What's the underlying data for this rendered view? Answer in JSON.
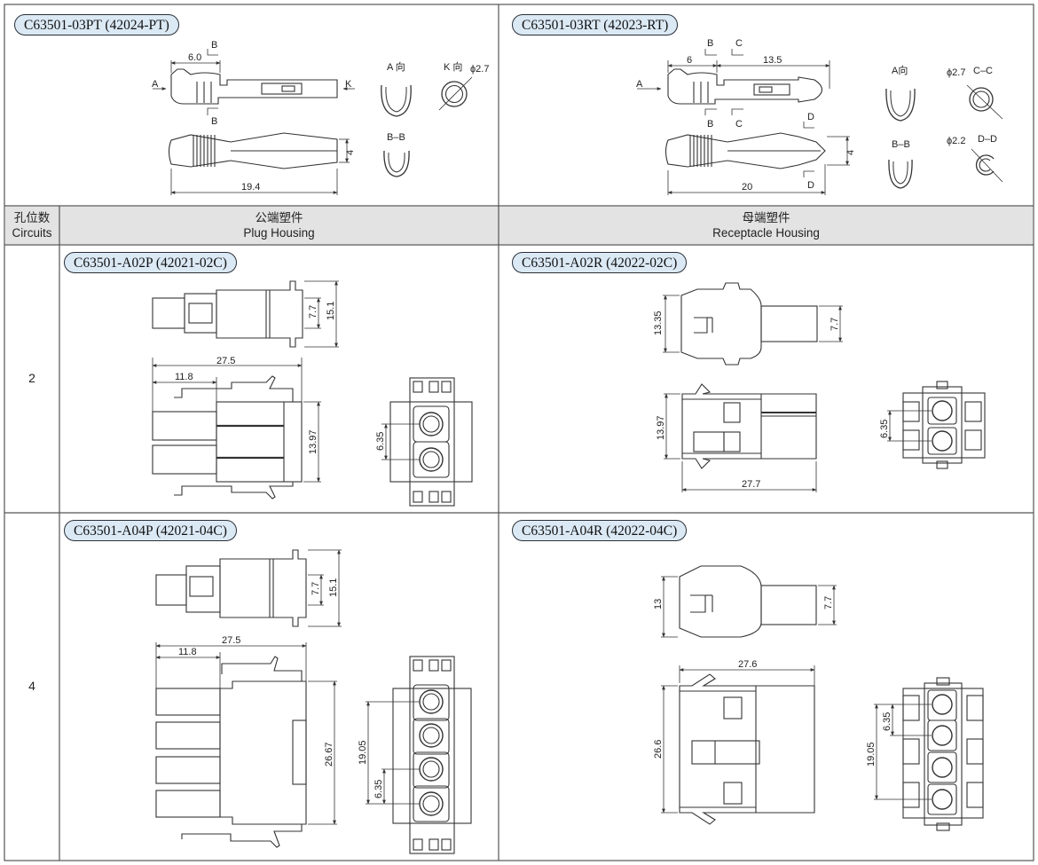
{
  "table": {
    "col0_cn": "孔位数",
    "col0_en": "Circuits",
    "col1_cn": "公端塑件",
    "col1_en": "Plug Housing",
    "col2_cn": "母端塑件",
    "col2_en": "Receptacle Housing",
    "rows": [
      {
        "circuits": "2"
      },
      {
        "circuits": "4"
      }
    ]
  },
  "parts": {
    "terminal_pt": {
      "label": "C63501-03PT (42024-PT)",
      "views": {
        "a_dir": "A 向",
        "k_dir": "K 向",
        "bb": "B–B",
        "A": "A",
        "K": "K",
        "B": "B"
      },
      "dims": {
        "w1": "6.0",
        "len": "19.4",
        "h": "4",
        "dia": "ϕ2.7"
      }
    },
    "terminal_rt": {
      "label": "C63501-03RT (42023-RT)",
      "views": {
        "a_dir": "A向",
        "cc": "C–C",
        "bb": "B–B",
        "dd": "D–D",
        "A": "A",
        "B": "B",
        "C": "C",
        "D": "D"
      },
      "dims": {
        "w1": "6",
        "w2": "13.5",
        "len": "20",
        "h": "4",
        "dia1": "ϕ2.7",
        "dia2": "ϕ2.2"
      }
    },
    "plug_2": {
      "label": "C63501-A02P (42021-02C)",
      "dims": {
        "h1": "7.7",
        "h2": "15.1",
        "w_total": "27.5",
        "w_part": "11.8",
        "h3": "13.97",
        "pitch": "6.35"
      }
    },
    "receptacle_2": {
      "label": "C63501-A02R (42022-02C)",
      "dims": {
        "h1": "13.35",
        "h2": "7.7",
        "h3": "13.97",
        "w": "27.7",
        "pitch": "6.35"
      }
    },
    "plug_4": {
      "label": "C63501-A04P (42021-04C)",
      "dims": {
        "h1": "7.7",
        "h2": "15.1",
        "w_total": "27.5",
        "w_part": "11.8",
        "h3": "26.67",
        "span": "19.05",
        "pitch": "6.35"
      }
    },
    "receptacle_4": {
      "label": "C63501-A04R (42022-04C)",
      "dims": {
        "h1": "13",
        "h2": "7.7",
        "w": "27.6",
        "h3": "26.6",
        "pitch": "6.35",
        "span": "19.05"
      }
    }
  }
}
